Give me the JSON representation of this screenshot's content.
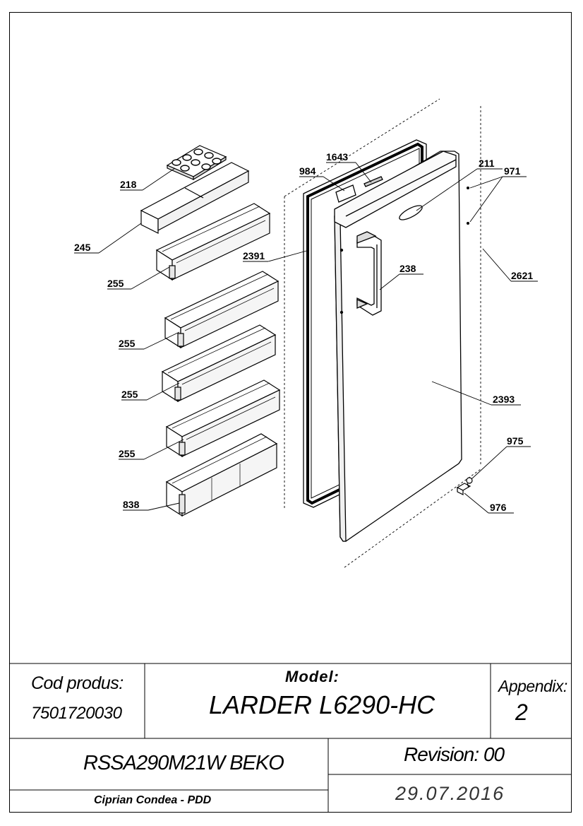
{
  "callouts": {
    "c218": "218",
    "c245": "245",
    "c255a": "255",
    "c255b": "255",
    "c255c": "255",
    "c255d": "255",
    "c838": "838",
    "c984": "984",
    "c1643": "1643",
    "c2391": "2391",
    "c211": "211",
    "c971": "971",
    "c238": "238",
    "c2621": "2621",
    "c2393": "2393",
    "c975": "975",
    "c976": "976"
  },
  "title_block": {
    "cod_label": "Cod produs:",
    "cod_value": "7501720030",
    "model_label": "Model:",
    "model_value": "LARDER L6290-HC",
    "appendix_label": "Appendix:",
    "appendix_value": "2",
    "product_name": "RSSA290M21W BEKO",
    "revision": "Revision: 00",
    "author": "Ciprian Condea - PDD",
    "date": "29.07.2016"
  }
}
